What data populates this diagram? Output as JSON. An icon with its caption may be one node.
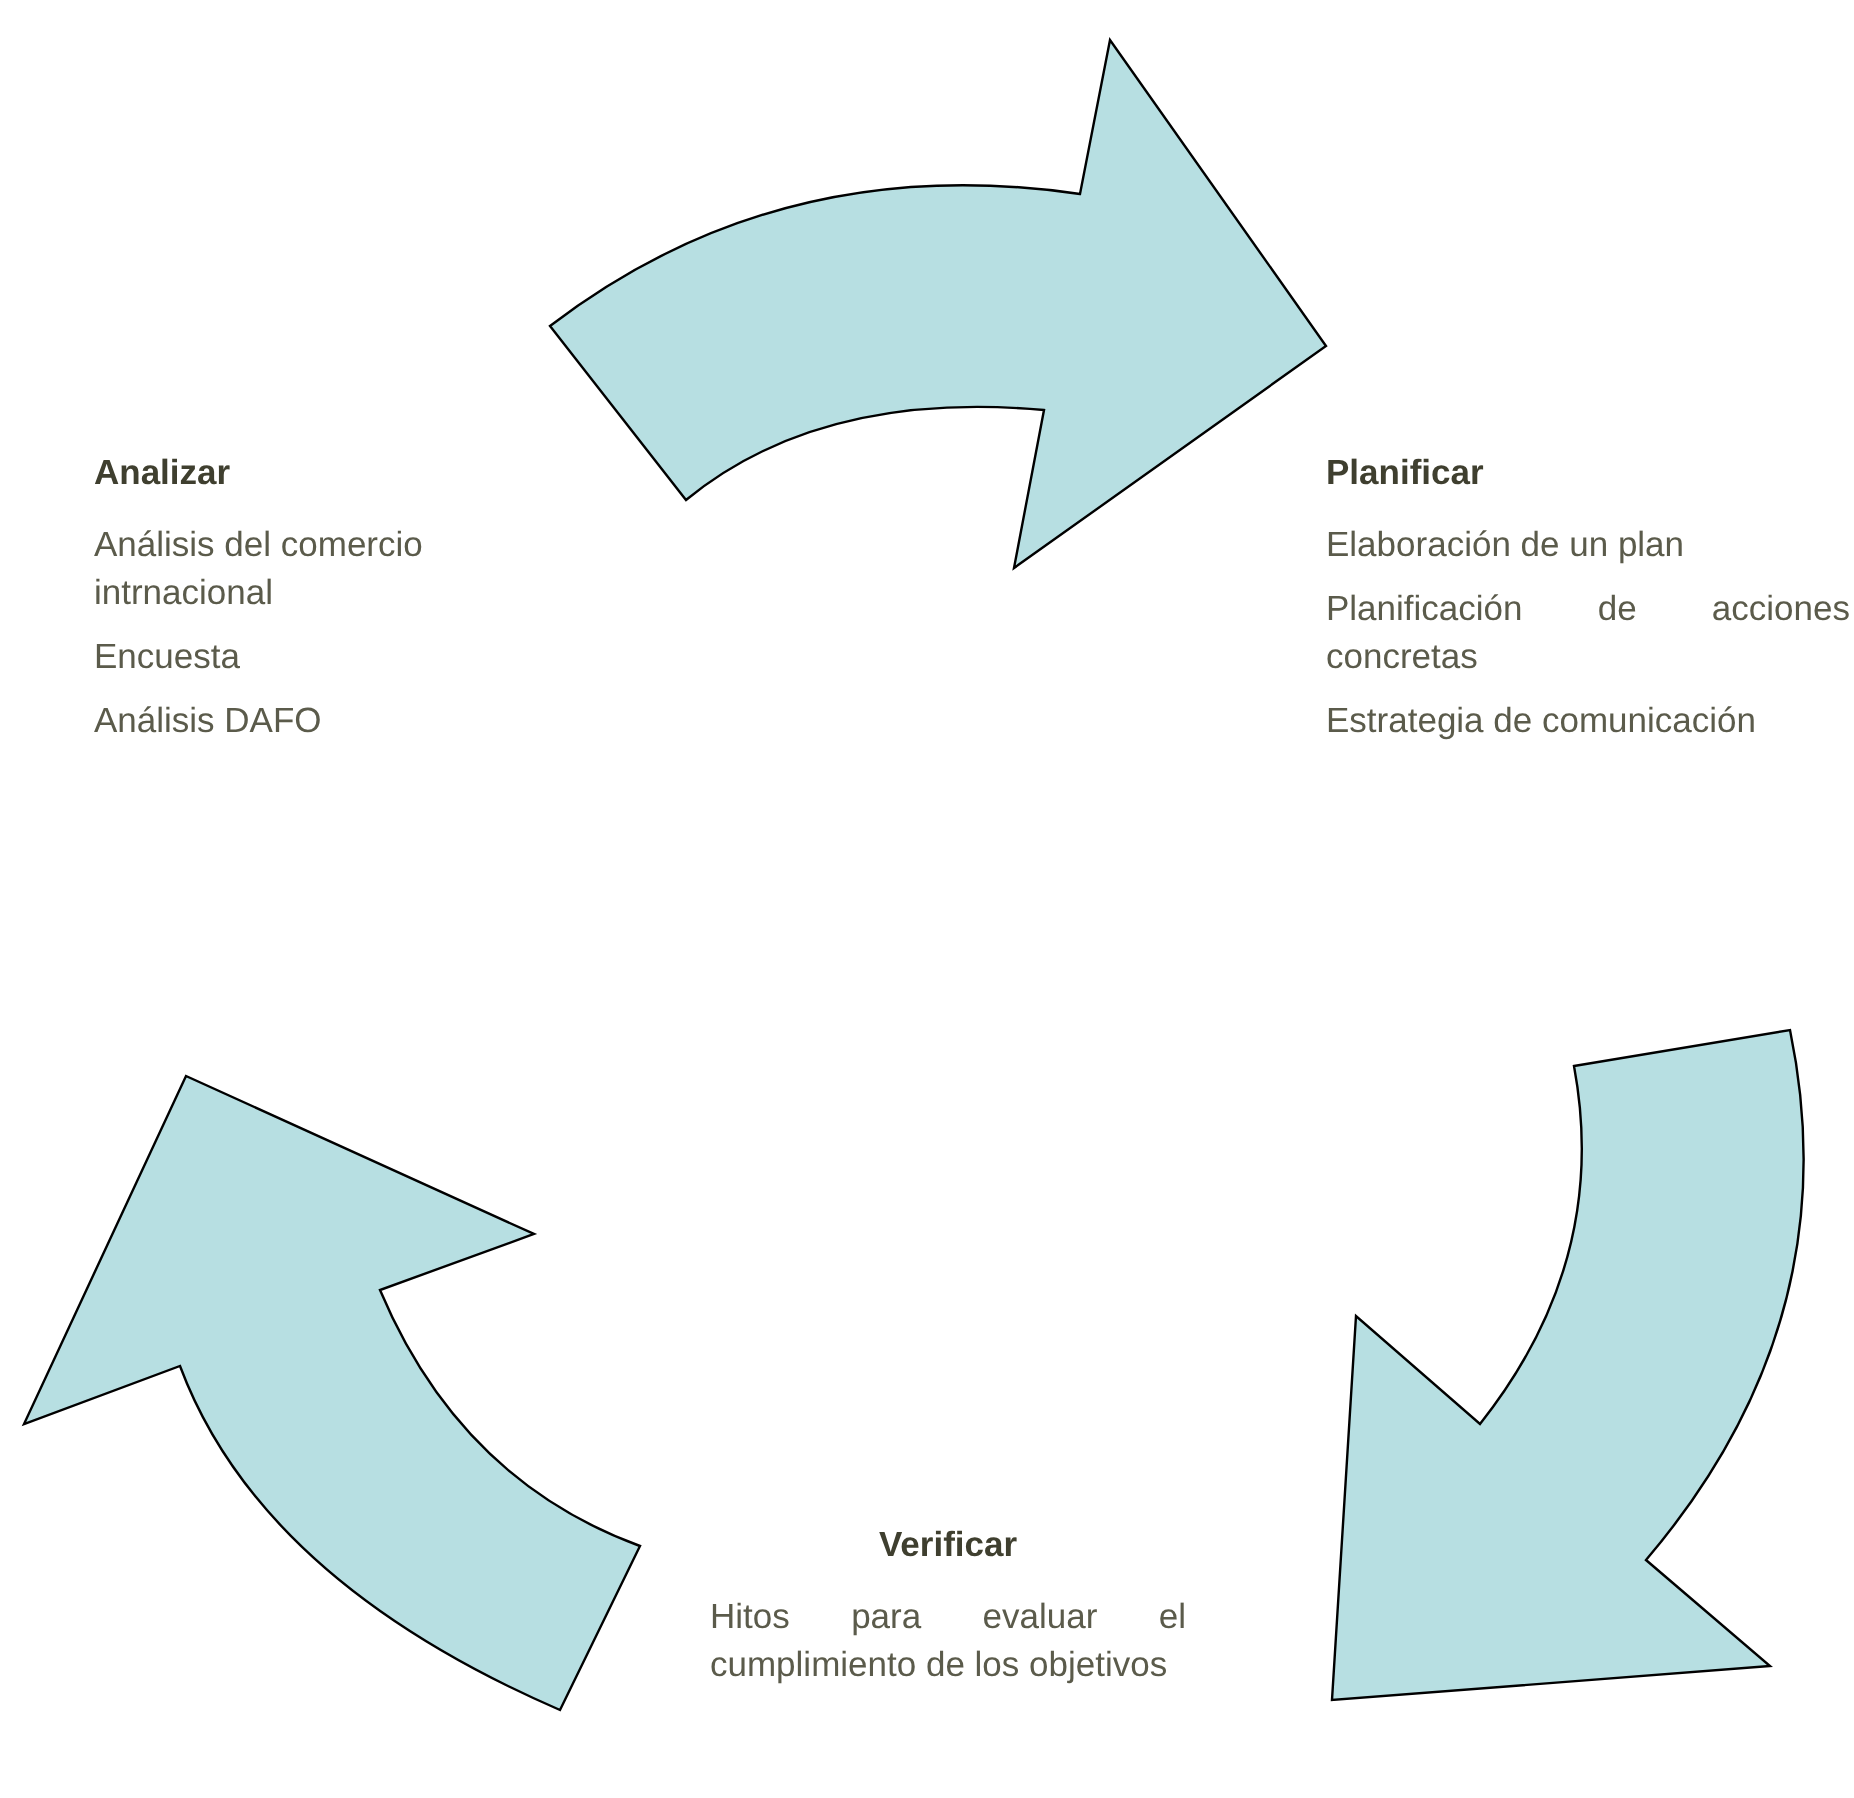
{
  "diagram": {
    "nodes": [
      {
        "text": [
          "Analizar",
          "Análisis del comercio intrnacional",
          "Encuesta",
          "Análisis DAFO"
        ]
      },
      {
        "text": [
          "Planificar",
          "Elaboración de un plan",
          "Planificación de acciones concretas",
          "Estrategia de comunicación"
        ]
      },
      {
        "text": [
          "Verificar",
          "Hitos para evaluar el cumplimiento de los objetivos"
        ]
      }
    ],
    "edges": [
      {
        "from": 0,
        "to": 1,
        "arrow": "to"
      },
      {
        "from": 1,
        "to": 2,
        "arrow": "to"
      },
      {
        "from": 2,
        "to": 0,
        "arrow": "to"
      }
    ]
  }
}
